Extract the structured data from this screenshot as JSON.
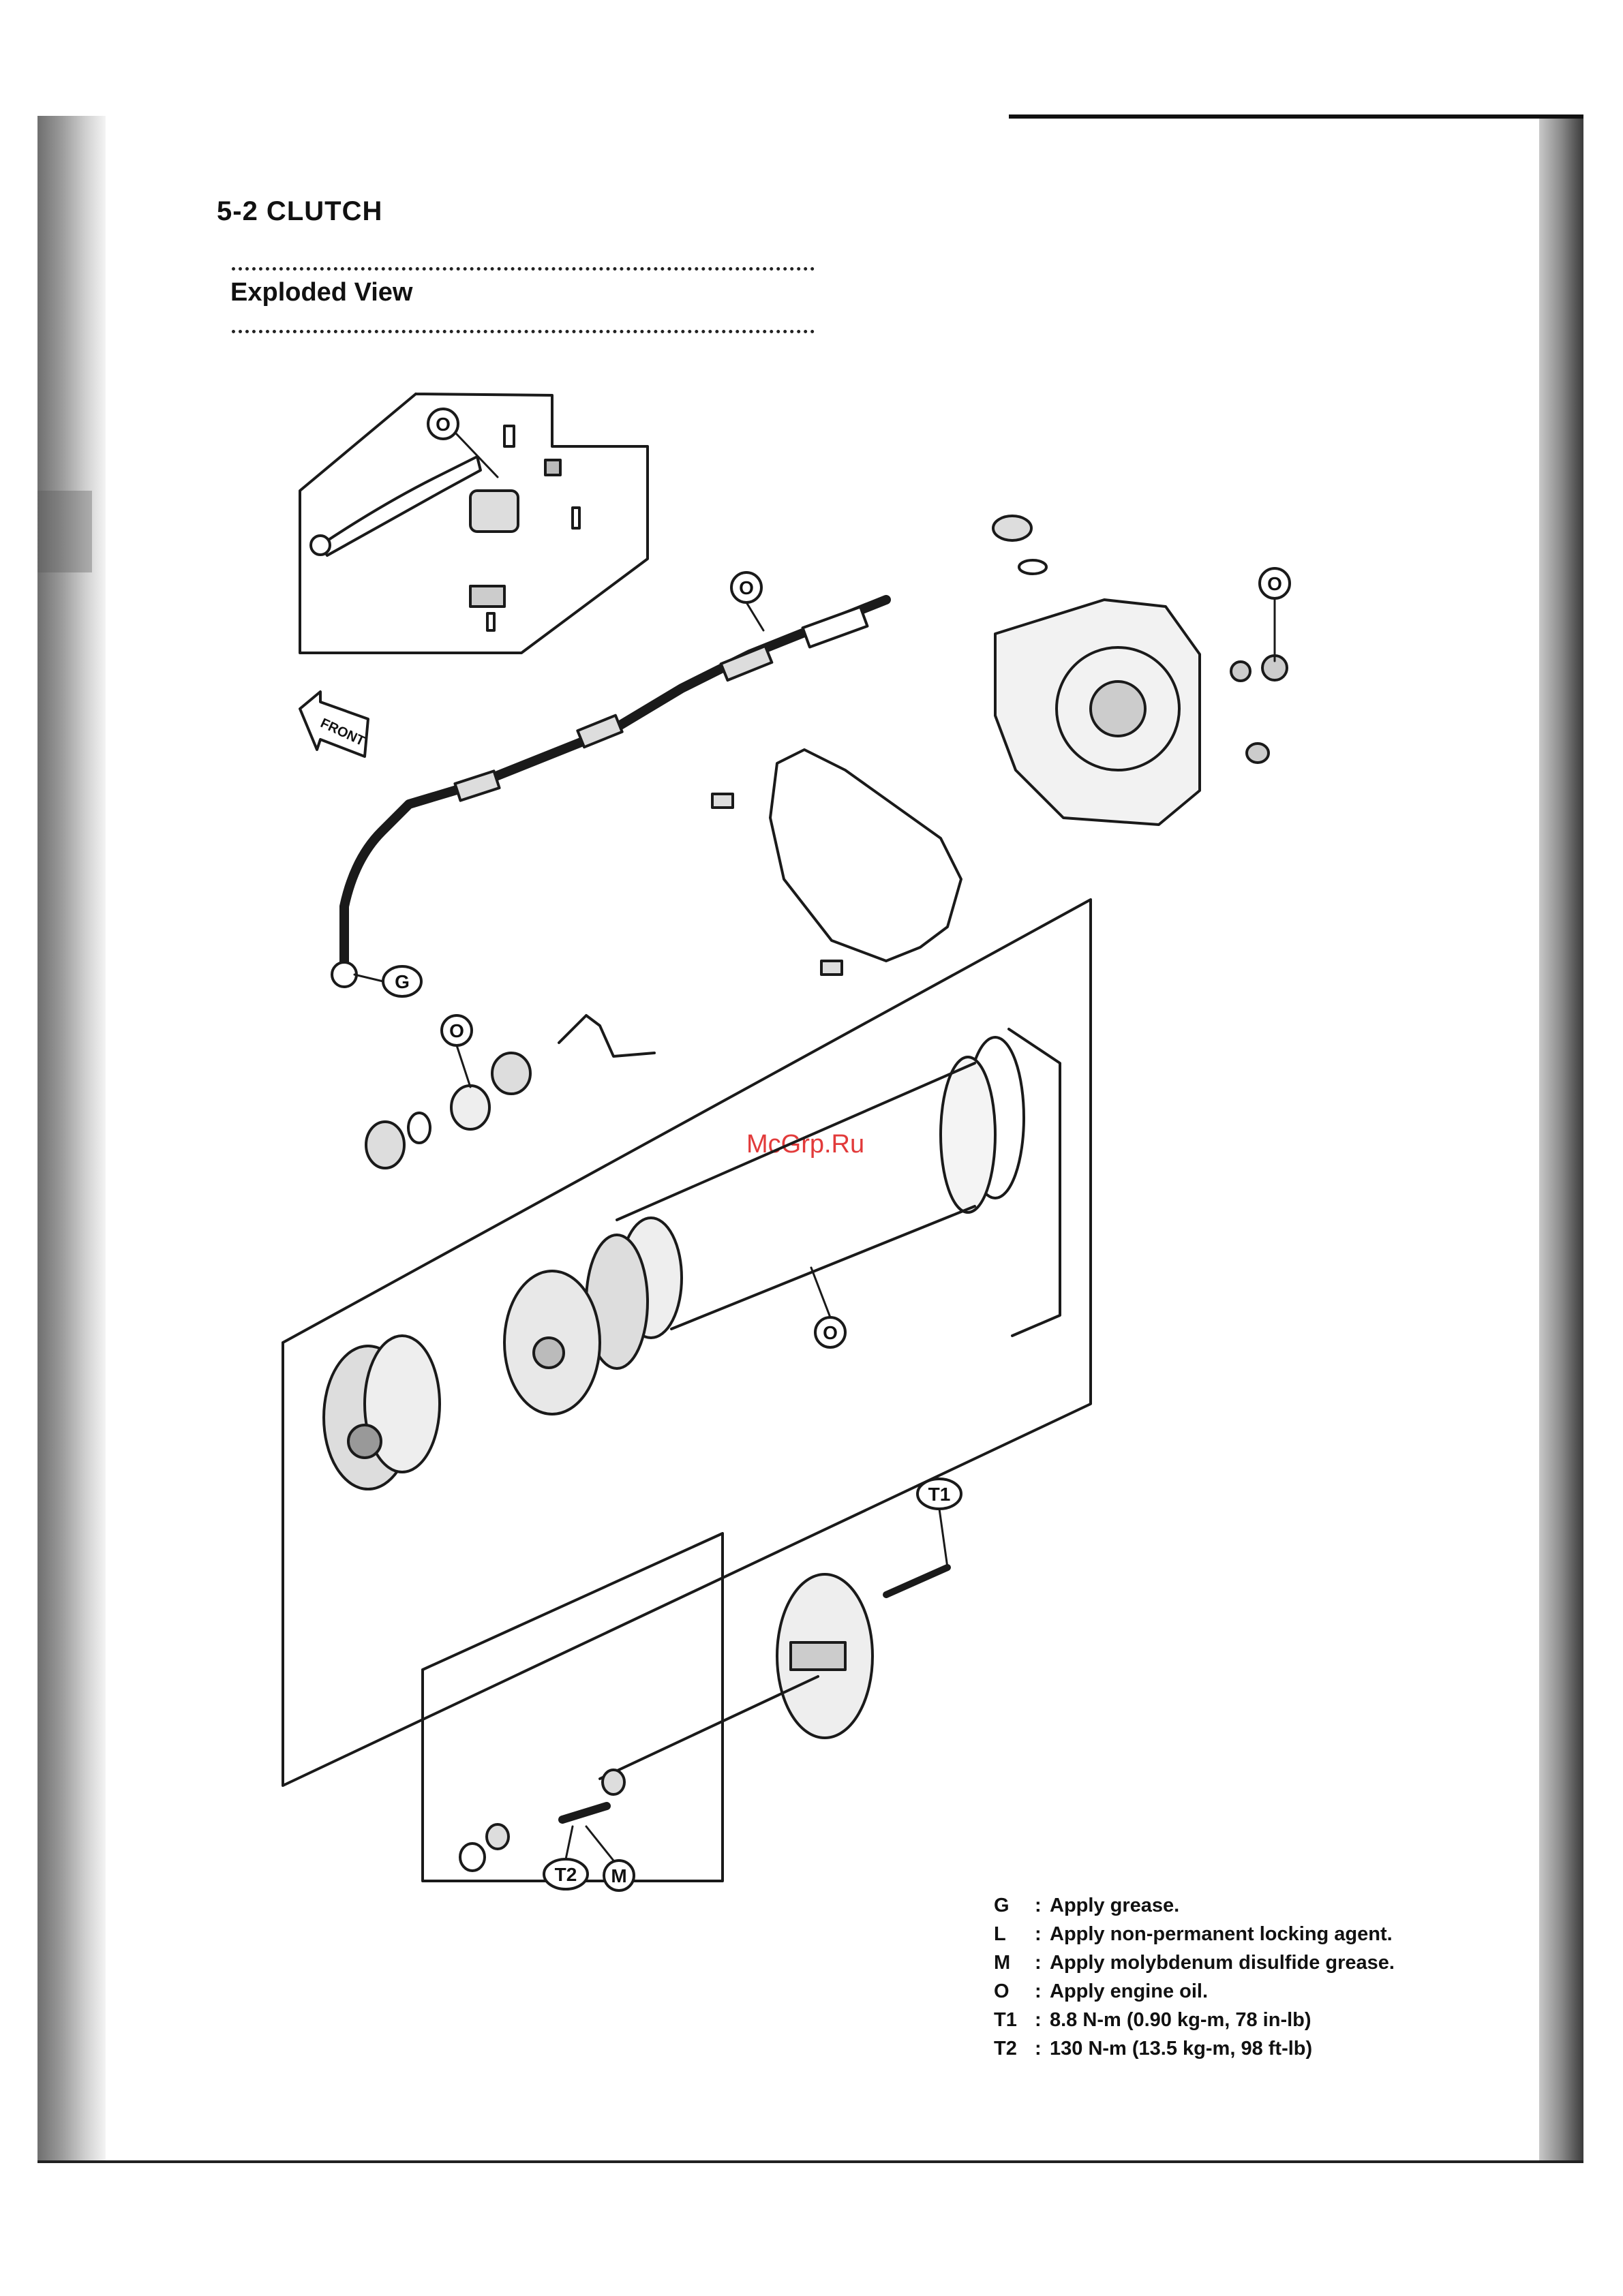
{
  "page": {
    "section_title": "5-2 CLUTCH",
    "subtitle": "Exploded View",
    "watermark": "McGrp.Ru"
  },
  "diagram": {
    "callouts": {
      "lever_oil": "O",
      "cable_oil": "O",
      "cover_oil": "O",
      "cable_grease": "G",
      "bearing_oil": "O",
      "plates_oil": "O",
      "spring_bolt_torque": "T1",
      "hub_nut_torque": "T2",
      "pushrod_moly": "M"
    },
    "front_arrow": "FRONT"
  },
  "legend": [
    {
      "key": "G",
      "text": "Apply grease."
    },
    {
      "key": "L",
      "text": "Apply non-permanent locking agent."
    },
    {
      "key": "M",
      "text": "Apply molybdenum disulfide grease."
    },
    {
      "key": "O",
      "text": "Apply engine oil."
    },
    {
      "key": "T1",
      "text": "8.8 N-m (0.90 kg-m, 78 in-lb)"
    },
    {
      "key": "T2",
      "text": "130 N-m (13.5 kg-m, 98 ft-lb)"
    }
  ]
}
